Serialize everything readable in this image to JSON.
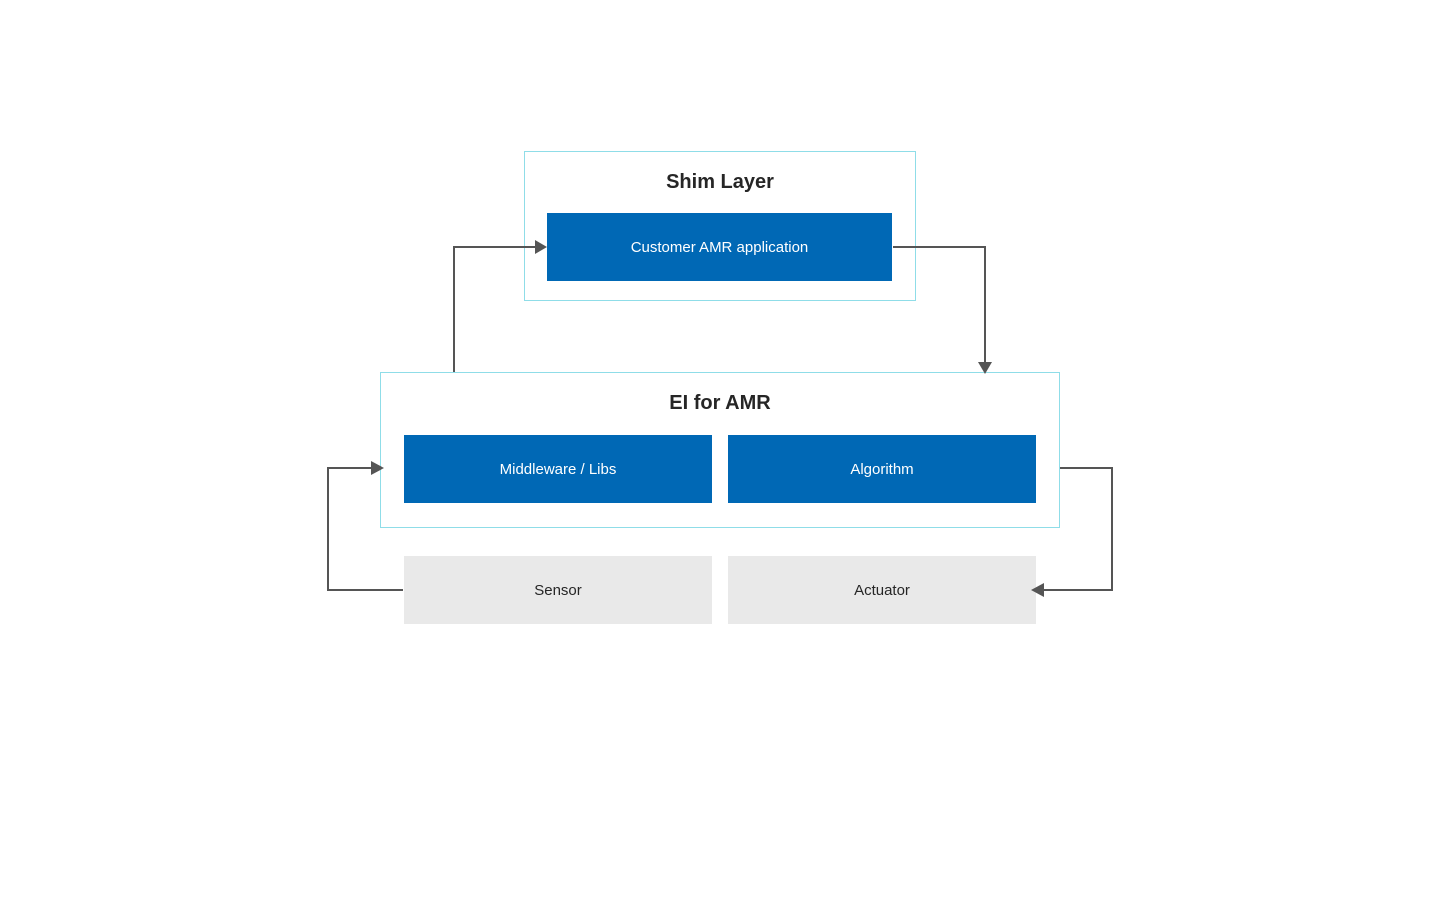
{
  "shim_layer": {
    "title": "Shim Layer",
    "customer_app": "Customer AMR application"
  },
  "ei_for_amr": {
    "title": "EI for AMR",
    "middleware": "Middleware / Libs",
    "algorithm": "Algorithm"
  },
  "hardware": {
    "sensor": "Sensor",
    "actuator": "Actuator"
  },
  "colors": {
    "primary_blue": "#0068b5",
    "container_border": "#8fdde8",
    "hardware_fill": "#e9e9e9",
    "connector": "#555555"
  }
}
